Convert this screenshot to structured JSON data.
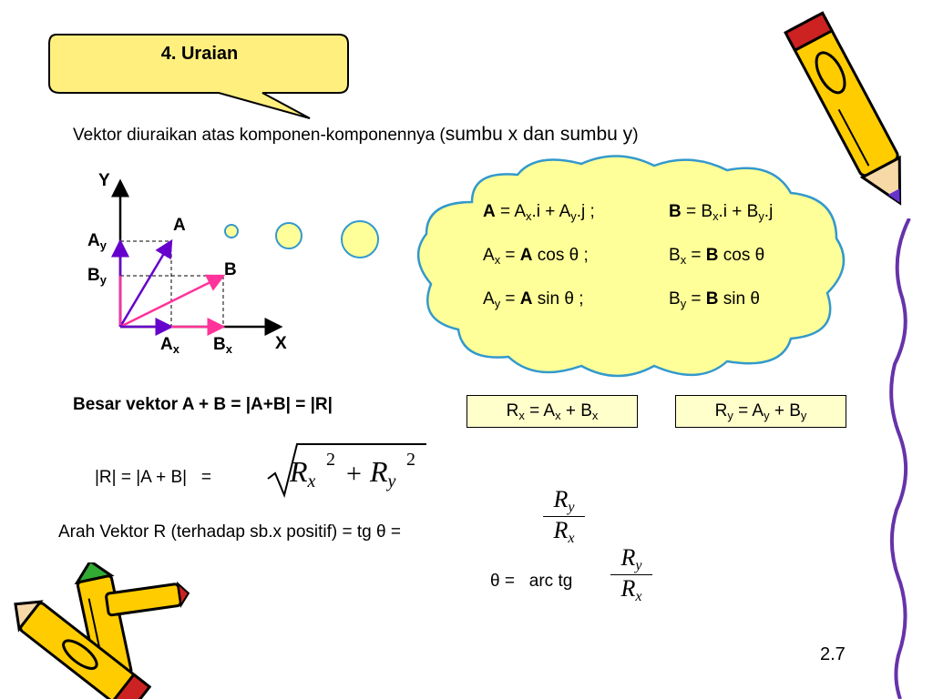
{
  "callout": {
    "title": "4.  Uraian"
  },
  "intro": {
    "text_a": "Vektor diuraikan atas komponen-komponennya (",
    "text_b": "sumbu x dan sumbu y",
    "text_c": ")"
  },
  "diagram": {
    "y_axis": "Y",
    "x_axis": "X",
    "vec_a": "A",
    "vec_b": "B",
    "ay_main": "A",
    "ay_sub": "y",
    "by_main": "B",
    "by_sub": "y",
    "ax_main": "A",
    "ax_sub": "x",
    "bx_main": "B",
    "bx_sub": "x"
  },
  "cloud": {
    "r1_a": "A",
    "r1_b": " =  A",
    "r1_c": "x",
    "r1_d": ".i + A",
    "r1_e": "y",
    "r1_f": ".j ;",
    "r1_g": "B",
    "r1_h": " = B",
    "r1_i": "x",
    "r1_j": ".i + B",
    "r1_k": "y",
    "r1_l": ".j",
    "r2_a": "A",
    "r2_b": "x",
    "r2_c": " = ",
    "r2_d": "A",
    "r2_e": " cos θ ;",
    "r2_f": "B",
    "r2_g": "x",
    "r2_h": " = ",
    "r2_i": "B",
    "r2_j": " cos θ",
    "r3_a": "A",
    "r3_b": "y",
    "r3_c": " = ",
    "r3_d": "A",
    "r3_e": " sin θ ;",
    "r3_f": "B",
    "r3_g": "y",
    "r3_h": " = ",
    "r3_i": "B",
    "r3_j": " sin θ"
  },
  "besar": {
    "heading_a": "Besar vektor A + B = |A+B| = |",
    "heading_b": "R",
    "heading_c": "|"
  },
  "box_rx": {
    "a": "R",
    "b": "x",
    "c": " = A",
    "d": "x",
    "e": " + B",
    "f": "x"
  },
  "box_ry": {
    "a": "R",
    "b": "y",
    "c": " = A",
    "d": "y",
    "e": " + B",
    "f": "y"
  },
  "magnitude": {
    "lhs": "|R| = |A + B|   =",
    "r": "R",
    "x": "x",
    "two": "2",
    "plus": "+",
    "r2": "R",
    "y": "y",
    "two2": "2"
  },
  "direction": {
    "text": "Arah Vektor R (terhadap sb.x positif) = tg θ =",
    "num_r": "R",
    "num_sub": "y",
    "den_r": "R",
    "den_sub": "x"
  },
  "theta": {
    "lhs": "θ =   arc tg",
    "num_r": "R",
    "num_sub": "y",
    "den_r": "R",
    "den_sub": "x"
  },
  "slide_number": "2.7",
  "colors": {
    "callout_fill": "#ffef7f",
    "cloud_fill": "#ffff99",
    "vec_a": "#6600cc",
    "vec_b": "#ff3399",
    "box_fill": "#ffffcc"
  },
  "icons": [
    "pencil-icon",
    "crayon-icon",
    "cloud-icon"
  ]
}
